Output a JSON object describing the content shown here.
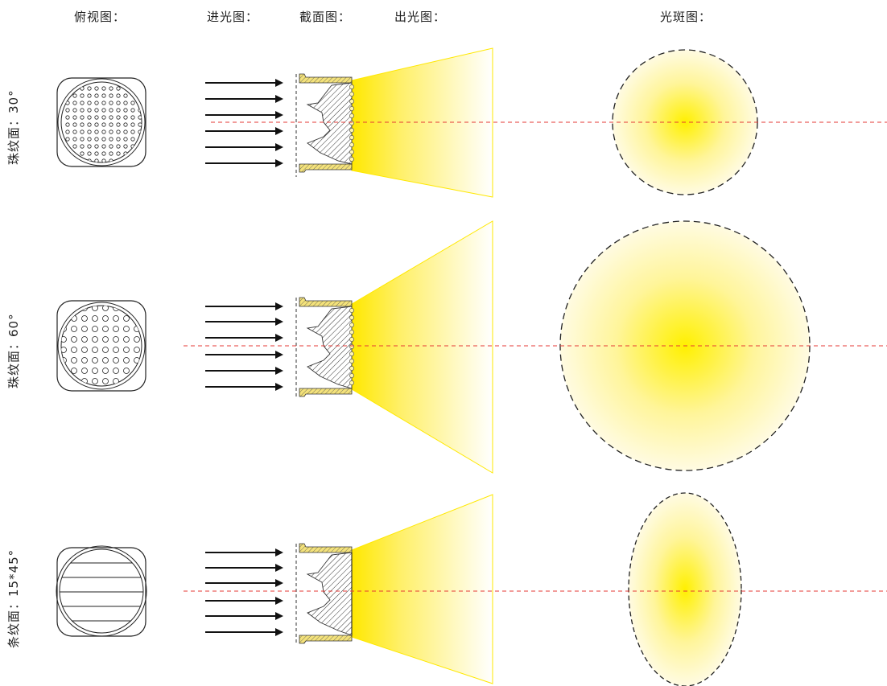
{
  "headers": {
    "top_view": "俯视图：",
    "incoming_light": "进光图：",
    "cross_section": "截面图：",
    "outgoing_light": "出光图：",
    "light_spot": "光斑图："
  },
  "rows": [
    {
      "label": "珠纹面：30°",
      "surface": "beaded",
      "beam_angle": "30°",
      "spot_shape": "circle"
    },
    {
      "label": "珠纹面：60°",
      "surface": "beaded",
      "beam_angle": "60°",
      "spot_shape": "circle"
    },
    {
      "label": "条纹面：15*45°",
      "surface": "striped",
      "beam_angle": "15*45°",
      "spot_shape": "ellipse"
    }
  ],
  "colors": {
    "beam_yellow": "#ffe800",
    "spot_yellow": "#fff000",
    "center_line": "#e53935",
    "outline": "#222222",
    "lens_fill": "#f4e27a"
  },
  "icons": {
    "arrow": "right-arrow-icon",
    "lens": "lens-cross-section-icon"
  }
}
